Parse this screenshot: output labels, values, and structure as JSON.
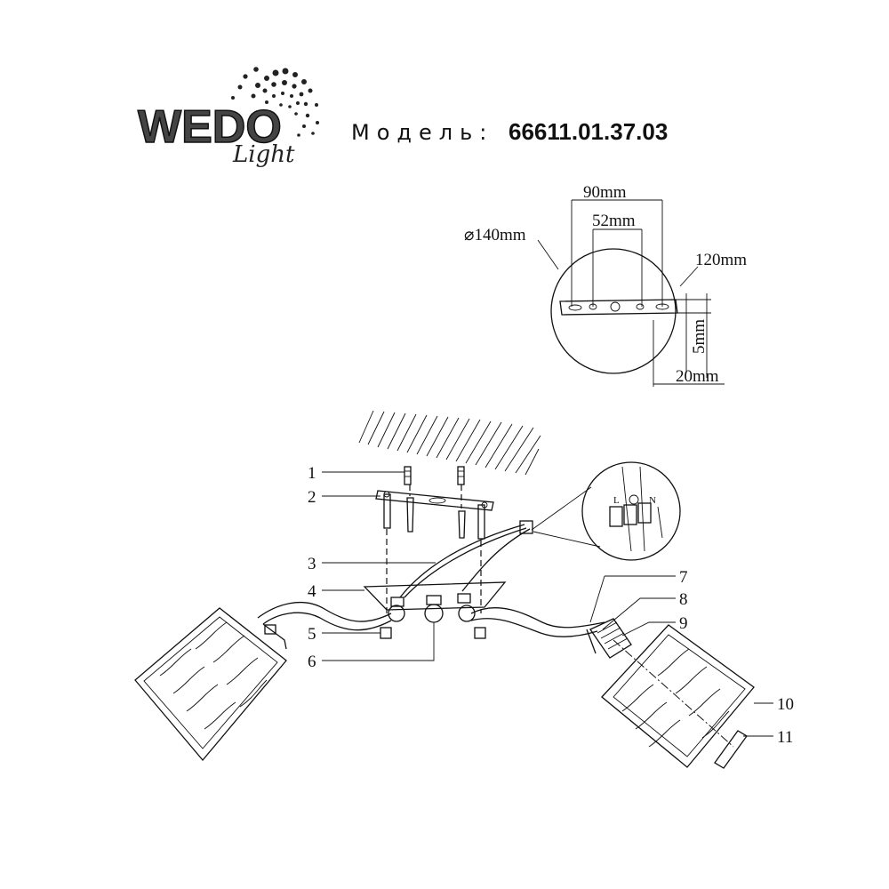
{
  "header": {
    "logo_text": "WEDO",
    "logo_script": "Light",
    "model_label": "Модель:",
    "model_number": "66611.01.37.03"
  },
  "mounting_plate": {
    "diameter": "⌀140mm",
    "spacing_outer": "90mm",
    "spacing_inner": "52mm",
    "length": "120mm",
    "thickness": "5mm",
    "width": "20mm"
  },
  "wiring": {
    "terminal_left": "L",
    "terminal_right": "N"
  },
  "callouts": [
    "1",
    "2",
    "3",
    "4",
    "5",
    "6",
    "7",
    "8",
    "9",
    "10",
    "11"
  ]
}
